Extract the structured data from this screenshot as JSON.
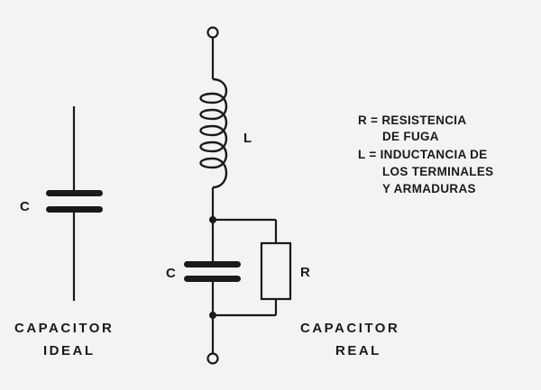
{
  "ideal": {
    "cap_label": "C",
    "title_line1": "CAPACITOR",
    "title_line2": "IDEAL"
  },
  "real": {
    "inductor_label": "L",
    "cap_label": "C",
    "resistor_label": "R",
    "title_line1": "CAPACITOR",
    "title_line2": "REAL"
  },
  "legend": {
    "lines": [
      "R = RESISTENCIA",
      "DE FUGA",
      "L = INDUCTANCIA DE",
      "LOS TERMINALES",
      "Y ARMADURAS"
    ]
  },
  "colors": {
    "ink": "#1a1a1a",
    "paper": "#f3f3f1"
  }
}
